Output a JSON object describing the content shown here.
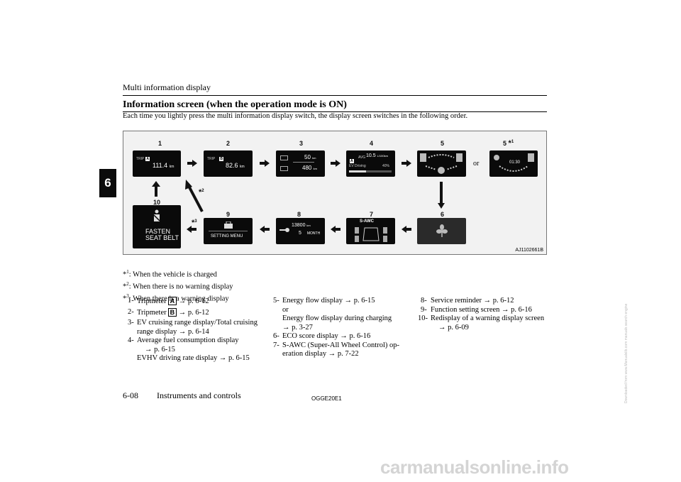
{
  "header": {
    "running_head": "Multi information display",
    "section_title": "Information screen (when the operation mode is ON)",
    "intro": "Each time you lightly press the multi information display switch, the display screen switches in the following order.",
    "chapter_tab": "6"
  },
  "figure": {
    "id": "AJ1102661B",
    "or_label": "or",
    "numbers": {
      "n1": "1",
      "n2": "2",
      "n3": "3",
      "n4": "4",
      "n5": "5",
      "n5b": "5",
      "n6": "6",
      "n7": "7",
      "n8": "8",
      "n9": "9",
      "n10": "10"
    },
    "marks": {
      "m1": "*",
      "m1_sup": "1",
      "m2": "*",
      "m2_sup": "2",
      "m3": "*",
      "m3_sup": "3"
    },
    "screens": {
      "s1": {
        "label": "TRIP",
        "badge": "A",
        "value": "111.4",
        "unit": "km"
      },
      "s2": {
        "label": "TRIP",
        "badge": "B",
        "value": "82.6",
        "unit": "km"
      },
      "s3": {
        "value1": "50",
        "unit1": "km",
        "value2": "480",
        "unit2": "km"
      },
      "s4": {
        "badge": "A",
        "avg": "AVG",
        "value": "10.5",
        "unit": "L/100km",
        "ev_label": "EV Driving",
        "ev_value": "40%"
      },
      "s5b": {
        "time": "01:30"
      },
      "s7": {
        "title": "S-AWC"
      },
      "s8": {
        "value1": "13800",
        "unit1": "km",
        "value2": "5",
        "unit2": "MONTH"
      },
      "s9": {
        "label": "SETTING MENU"
      },
      "s10": {
        "line1": "FASTEN",
        "line2": "SEAT BELT"
      }
    }
  },
  "notes": [
    {
      "mark": "*",
      "sup": "1",
      "text": ": When the vehicle is charged"
    },
    {
      "mark": "*",
      "sup": "2",
      "text": ": When there is no warning display"
    },
    {
      "mark": "*",
      "sup": "3",
      "text": ": When there is a warning display"
    }
  ],
  "list": {
    "i1": {
      "n": "1-",
      "text": "Tripmeter",
      "box": "A",
      "ref": "→ p. 6-12"
    },
    "i2": {
      "n": "2-",
      "text": "Tripmeter",
      "box": "B",
      "ref": "→ p. 6-12"
    },
    "i3": {
      "n": "3-",
      "line1": "EV cruising range display/Total cruising",
      "line2": "range display → p. 6-14"
    },
    "i4": {
      "n": "4-",
      "line1": "Average fuel consumption display",
      "line2": "→ p. 6-15",
      "line3": "EVHV driving rate display → p. 6-15"
    },
    "i5": {
      "n": "5-",
      "line1": "Energy flow display → p. 6-15",
      "line2": "or",
      "line3": "Energy flow display during charging",
      "line4": "→ p. 3-27"
    },
    "i6": {
      "n": "6-",
      "text": "ECO score display → p. 6-16"
    },
    "i7": {
      "n": "7-",
      "line1": "S-AWC (Super-All Wheel Control) op-",
      "line2": "eration display → p. 7-22"
    },
    "i8": {
      "n": "8-",
      "text": "Service reminder → p. 6-12"
    },
    "i9": {
      "n": "9-",
      "text": "Function setting screen → p. 6-16"
    },
    "i10": {
      "n": "10-",
      "line1": "Redisplay of a warning display screen",
      "line2": "→ p. 6-09"
    }
  },
  "footer": {
    "page": "6-08",
    "chapter": "Instruments and controls",
    "code": "OGGE20E1",
    "watermark": "carmanualsonline.info",
    "watermark_small": "Downloaded from www.Manualslib.com manuals search engine"
  },
  "colors": {
    "screen": "#0a0a0a",
    "figure_bg": "#f2f2f2",
    "watermark": "#d4d4d4",
    "tab": "#0b0b0b"
  }
}
